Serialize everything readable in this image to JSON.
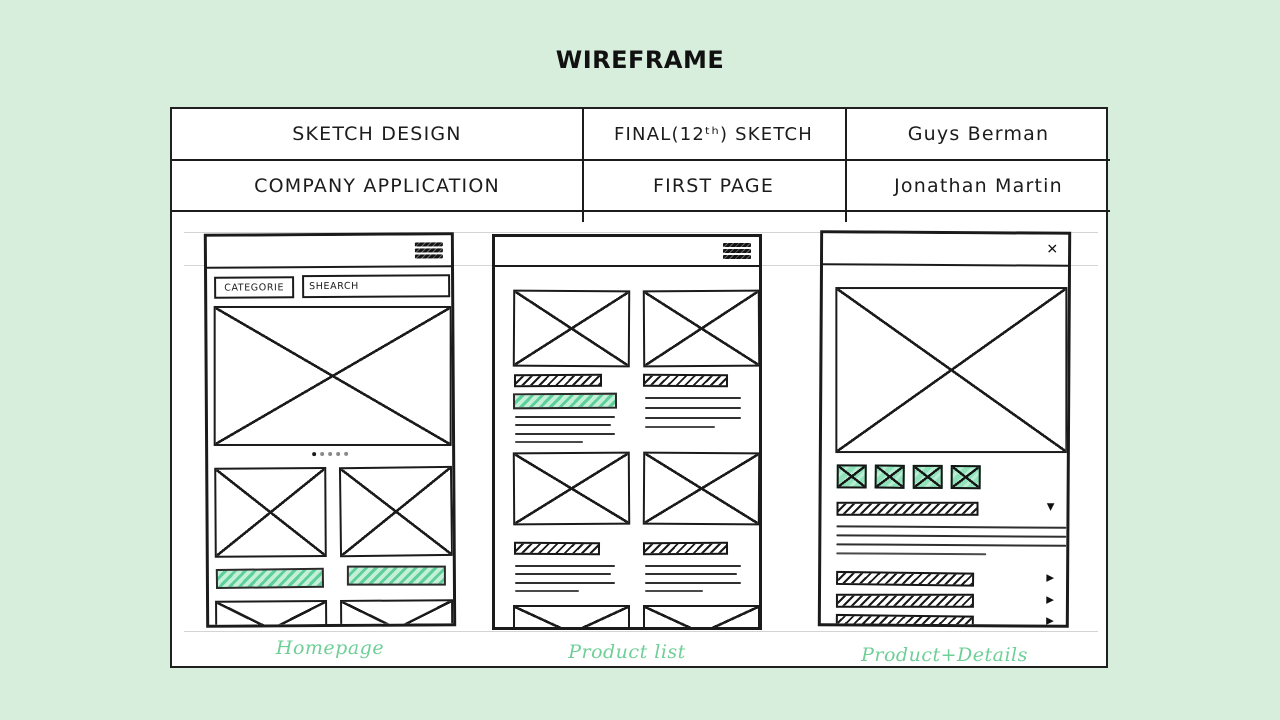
{
  "page": {
    "title": "WIREFRAME",
    "background_color": "#d7eedd",
    "accent_green": "#6fcf97",
    "ink_color": "#1c1c1c"
  },
  "header_table": {
    "row1": {
      "design_type": "SKETCH DESIGN",
      "version": "FINAL(12ᵗʰ) SKETCH",
      "author1": "Guys Berman"
    },
    "row2": {
      "app_name": "COMPANY APPLICATION",
      "page_name": "FIRST PAGE",
      "author2": "Jonathan Martin"
    }
  },
  "panels": {
    "homepage": {
      "caption": "Homepage",
      "category_label": "CATEGORIE",
      "search_label": "SHEARCH"
    },
    "product_list": {
      "caption": "Product list"
    },
    "product_details": {
      "caption": "Product+Details"
    }
  },
  "icons": {
    "close": "✕",
    "chevron_down": "▼",
    "chevron_right": "▶"
  }
}
